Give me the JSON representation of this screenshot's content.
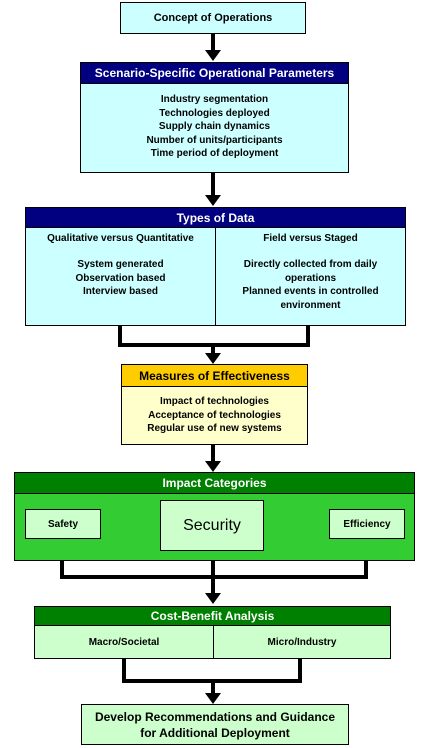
{
  "concept": {
    "title": "Concept of Operations"
  },
  "parameters": {
    "title": "Scenario-Specific Operational Parameters",
    "items": [
      "Industry segmentation",
      "Technologies deployed",
      "Supply chain dynamics",
      "Number of units/participants",
      "Time period of deployment"
    ]
  },
  "data_types": {
    "title": "Types of Data",
    "left": {
      "title": "Qualitative versus Quantitative",
      "items": [
        "System generated",
        "Observation based",
        "Interview based"
      ]
    },
    "right": {
      "title": "Field versus Staged",
      "items": [
        "Directly collected from daily",
        "operations",
        "Planned events in controlled",
        "environment"
      ]
    }
  },
  "effectiveness": {
    "title": "Measures of Effectiveness",
    "items": [
      "Impact of technologies",
      "Acceptance of technologies",
      "Regular use of new systems"
    ]
  },
  "impact": {
    "title": "Impact Categories",
    "safety": "Safety",
    "security": "Security",
    "efficiency": "Efficiency"
  },
  "cost_benefit": {
    "title": "Cost-Benefit Analysis",
    "left": "Macro/Societal",
    "right": "Micro/Industry"
  },
  "recommendations": {
    "line1": "Develop Recommendations and Guidance",
    "line2": "for Additional Deployment"
  },
  "colors": {
    "light_cyan": "#ccffff",
    "navy": "#000080",
    "gold": "#ffcc00",
    "light_yellow": "#ffffcc",
    "dark_green": "#008000",
    "bright_green": "#33cc33",
    "light_green": "#ccffcc"
  }
}
